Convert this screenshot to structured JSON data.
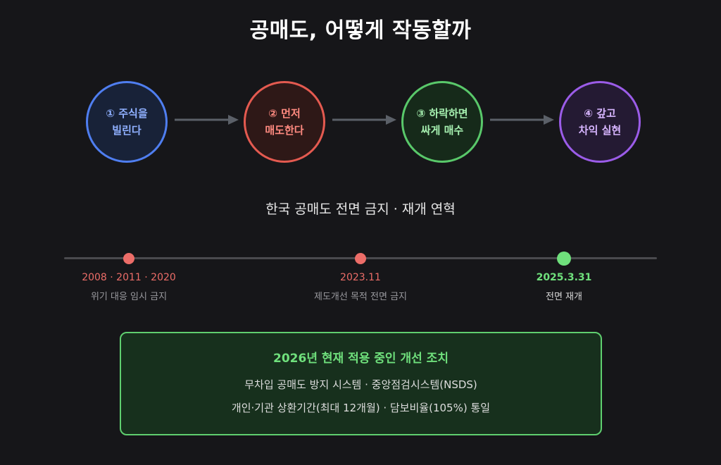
{
  "title": "공매도, 어떻게 작동할까",
  "steps": [
    {
      "line1": "① 주식을",
      "line2": "빌린다",
      "color": "#4f7ef0",
      "text_color": "#8fb0ff",
      "fill": "#182238"
    },
    {
      "line1": "② 먼저",
      "line2": "매도한다",
      "color": "#e45a50",
      "text_color": "#ff8a80",
      "fill": "#2e1817"
    },
    {
      "line1": "③ 하락하면",
      "line2": "싸게 매수",
      "color": "#59c86a",
      "text_color": "#a6f0b0",
      "fill": "#162a1a"
    },
    {
      "line1": "④ 갚고",
      "line2": "차익 실현",
      "color": "#9b5ce8",
      "text_color": "#d7b5ff",
      "fill": "#241a33"
    }
  ],
  "subtitle": "한국 공매도 전면 금지 · 재개 연혁",
  "timeline": [
    {
      "label": "2008 · 2011 · 2020",
      "desc": "위기 대응 임시 금지",
      "color": "#ec6d68"
    },
    {
      "label": "2023.11",
      "desc": "제도개선 목적 전면 금지",
      "color": "#ec6d68"
    },
    {
      "label": "2025.3.31",
      "desc": "전면 재개",
      "color": "#6fe07c"
    }
  ],
  "box": {
    "title": "2026년 현재 적용 중인 개선 조치",
    "line1": "무차입 공매도 방지 시스템 · 중앙점검시스템(NSDS)",
    "line2": "개인·기관 상환기간(최대 12개월) · 담보비율(105%) 통일"
  }
}
